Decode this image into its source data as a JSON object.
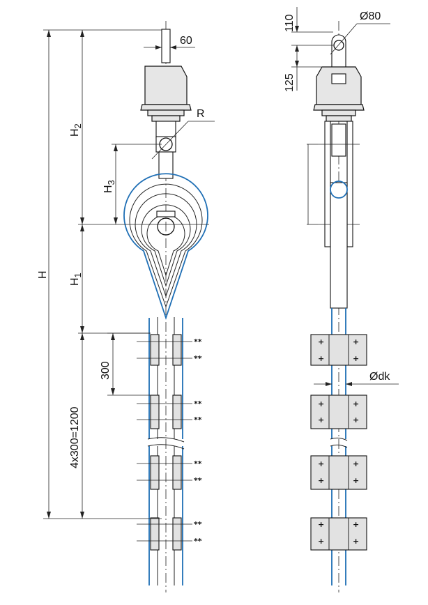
{
  "labels": {
    "h_total": "H",
    "h1": "H",
    "h1_sub": "1",
    "h2": "H",
    "h2_sub": "2",
    "h3": "H",
    "h3_sub": "3",
    "radius": "R",
    "width_60": "60",
    "pitch_300": "300",
    "pitch_total": "4x300=1200",
    "dim_110": "110",
    "dim_125": "125",
    "diameter_80": "Ø80",
    "diameter_dk": "Ødk",
    "bolt_marks": "**"
  },
  "colors": {
    "conductor": "#1f6fb5",
    "line": "#222222",
    "fill": "#e6e6e6"
  }
}
